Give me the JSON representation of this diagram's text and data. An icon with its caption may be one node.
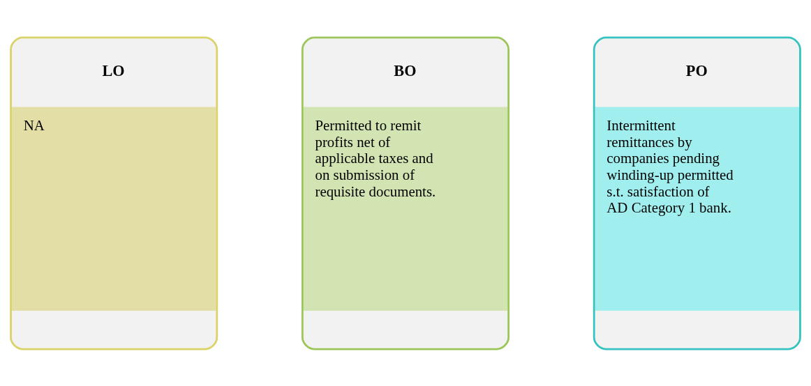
{
  "diagram": {
    "nodes": [
      {
        "text": [
          "LO",
          "NA"
        ]
      },
      {
        "text": [
          "BO",
          "Permitted to remit profits net of applicable taxes and on submission of requisite documents."
        ]
      },
      {
        "text": [
          "PO",
          "Intermittent remittances by companies pending winding-up permitted s.t. satisfaction of AD Category 1 bank."
        ]
      }
    ]
  }
}
